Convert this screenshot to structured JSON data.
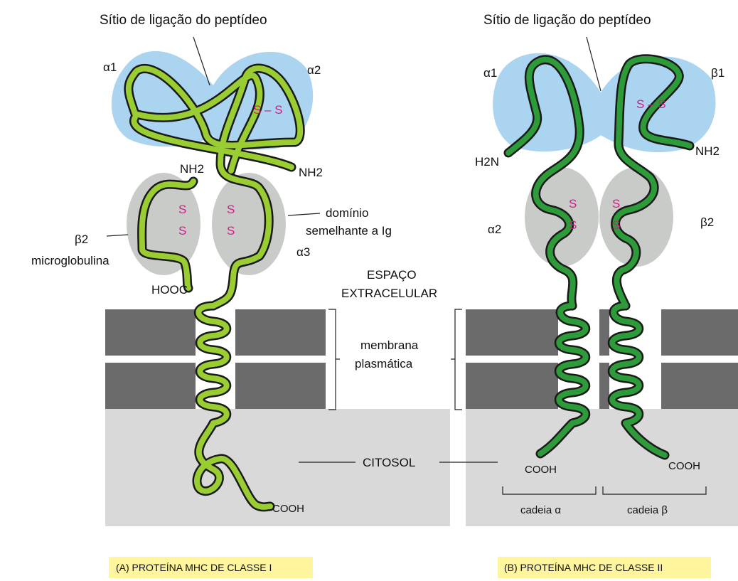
{
  "panel_a": {
    "binding_site": "Sítio de ligação do peptídeo",
    "alpha1": "α1",
    "alpha2": "α2",
    "alpha3": "α3",
    "nh2_top": "NH2",
    "nh2_mid": "NH2",
    "hooc": "HOOC",
    "cooh": "COOH",
    "beta2_label": "β2",
    "microglobulina": "microglobulina",
    "dominio_line1": "domínio",
    "dominio_line2": "semelhante a Ig",
    "disulfide_s": "S",
    "disulfide_top": "S – S",
    "caption": "(A)  PROTEÍNA MHC DE CLASSE I"
  },
  "center": {
    "espaco_line1": "ESPAÇO",
    "espaco_line2": "EXTRACELULAR",
    "membrana_line1": "membrana",
    "membrana_line2": "plasmática",
    "citosol": "CITOSOL"
  },
  "panel_b": {
    "binding_site": "Sítio de ligação do peptídeo",
    "alpha1": "α1",
    "beta1": "β1",
    "alpha2": "α2",
    "beta2": "β2",
    "h2n": "H2N",
    "nh2": "NH2",
    "cooh_left": "COOH",
    "cooh_right": "COOH",
    "cadeia_alpha": "cadeia α",
    "cadeia_beta": "cadeia β",
    "disulfide_s": "S",
    "disulfide_top": "S – S",
    "caption": "(B)  PROTEÍNA MHC DE CLASSE II"
  },
  "colors": {
    "class1_chain": "#9acd32",
    "class2_chain": "#2e9b3a",
    "chain_outline": "#1a1a1a",
    "peptide_domain": "#aad4f0",
    "ig_domain": "#c9cbc9",
    "membrane": "#6b6b6b",
    "extracellular": "#ffffff",
    "cytosol": "#d8d9d8",
    "disulfide": "#d6198a",
    "caption_bg": "#fff59d"
  }
}
